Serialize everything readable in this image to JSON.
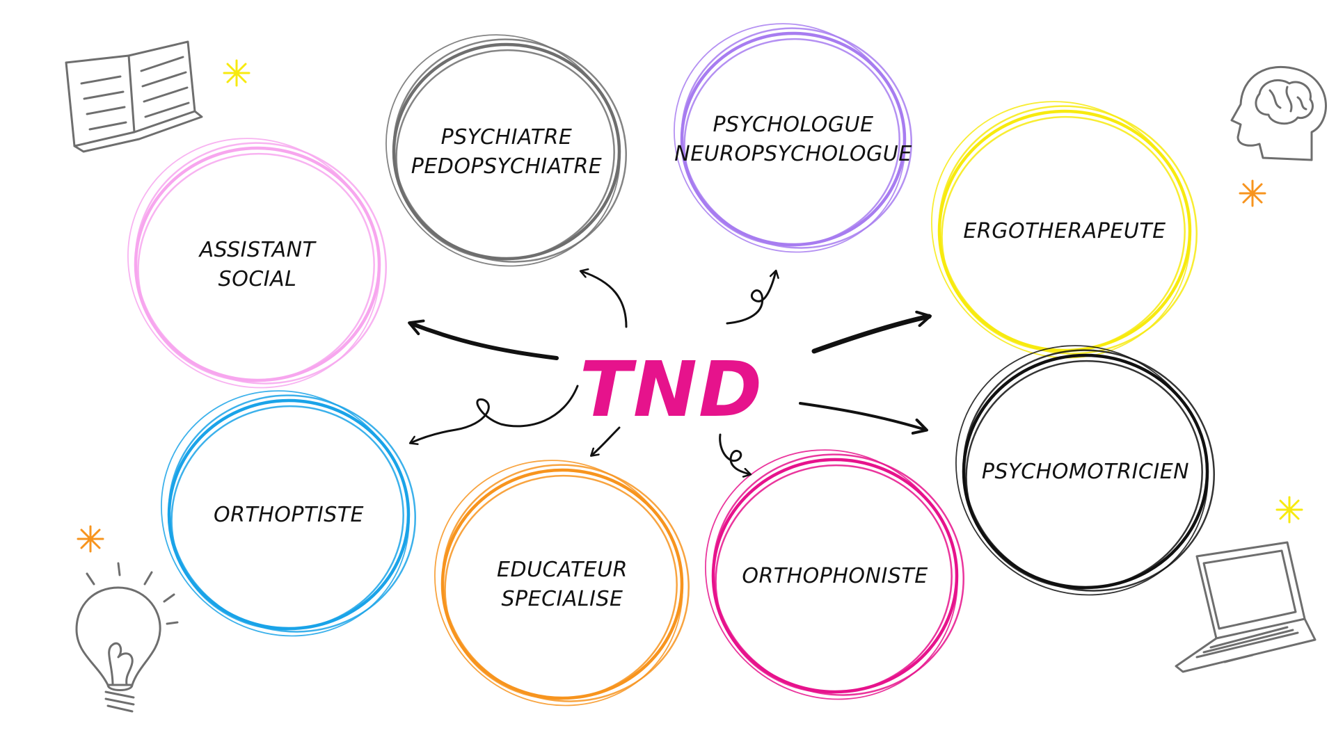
{
  "center": {
    "label": "TND",
    "color": "#e6138c"
  },
  "nodes": [
    {
      "id": "assistant-social",
      "lines": [
        "ASSISTANT",
        "SOCIAL"
      ],
      "color": "#f7a6ee"
    },
    {
      "id": "psychiatre",
      "lines": [
        "PSYCHIATRE",
        "PEDOPSYCHIATRE"
      ],
      "color": "#6e6e6e"
    },
    {
      "id": "psychologue",
      "lines": [
        "PSYCHOLOGUE",
        "NEUROPSYCHOLOGUE"
      ],
      "color": "#a77cf0"
    },
    {
      "id": "ergotherapeute",
      "lines": [
        "ERGOTHERAPEUTE"
      ],
      "color": "#f7ea0f"
    },
    {
      "id": "psychomotricien",
      "lines": [
        "PSYCHOMOTRICIEN"
      ],
      "color": "#111111"
    },
    {
      "id": "orthophoniste",
      "lines": [
        "ORTHOPHONISTE"
      ],
      "color": "#e6138c"
    },
    {
      "id": "educateur",
      "lines": [
        "EDUCATEUR",
        "SPECIALISE"
      ],
      "color": "#f7941e"
    },
    {
      "id": "orthoptiste",
      "lines": [
        "ORTHOPTISTE"
      ],
      "color": "#1aa3e8"
    }
  ],
  "decorations": {
    "book": "open-book-icon",
    "head": "brain-head-icon",
    "bulb": "lightbulb-icon",
    "laptop": "laptop-icon",
    "sparkle_colors": [
      "#f7ea0f",
      "#f7941e"
    ]
  }
}
